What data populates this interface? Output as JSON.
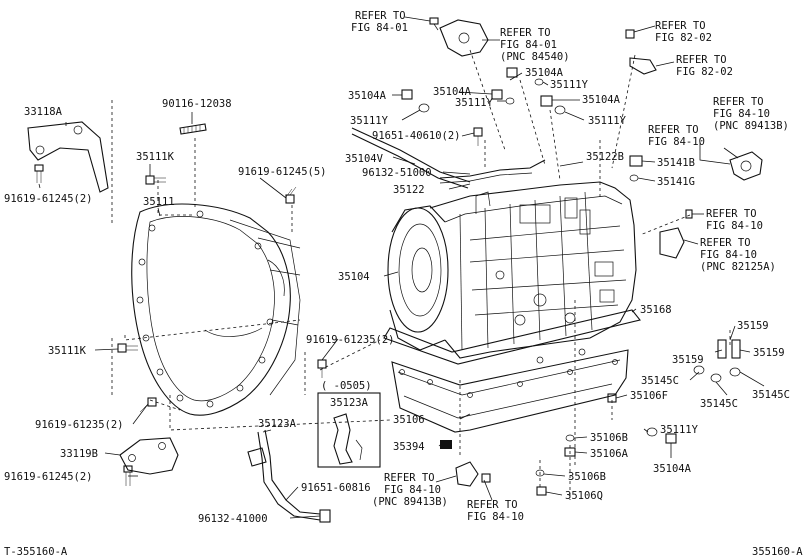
{
  "footer": {
    "left": "T-355160-A",
    "right": "355160-A"
  },
  "labels": {
    "l01": "REFER TO",
    "l02": "FIG 84-01",
    "l03": "REFER TO",
    "l04": "FIG 84-01",
    "l05": "(PNC 84540)",
    "l06": "REFER TO",
    "l07": "FIG 82-02",
    "l08": "REFER TO",
    "l09": "FIG 82-02",
    "l10": "35104A",
    "l11": "35111Y",
    "l12": "35104A",
    "l13": "35104A",
    "l14": "35111Y",
    "l15": "35104A",
    "l16": "35111Y",
    "l17": "35111Y",
    "l18": "33118A",
    "l19": "90116-12038",
    "l20": "REFER TO",
    "l21": "FIG 84-10",
    "l22": "(PNC 89413B)",
    "l23": "REFER TO",
    "l24": "FIG 84-10",
    "l25": "91651-40610(2)",
    "l26": "35111K",
    "l27": "35104V",
    "l28": "35122B",
    "l29": "35141B",
    "l30": "96132-51000",
    "l31": "91619-61245(5)",
    "l32": "35122",
    "l33": "35141G",
    "l34": "91619-61245(2)",
    "l35": "35111",
    "l36": "REFER TO",
    "l37": "FIG 84-10",
    "l38": "REFER TO",
    "l39": "FIG 84-10",
    "l40": "(PNC 82125A)",
    "l41": "35104",
    "l42": "35168",
    "l43": "35159",
    "l44": "35111K",
    "l45": "91619-61235(2)",
    "l46": "35159",
    "l47": "35159",
    "l48": "(   -0505)",
    "l49": "35145C",
    "l50": "35123A",
    "l51": "35145C",
    "l52": "35145C",
    "l53": "35106F",
    "l54": "91619-61235(2)",
    "l55": "35123A",
    "l56": "35106",
    "l57": "35111Y",
    "l58": "33119B",
    "l59": "35394",
    "l60": "35106B",
    "l61": "35106A",
    "l62": "35104A",
    "l63": "91619-61245(2)",
    "l64": "REFER TO",
    "l65": "FIG 84-10",
    "l66": "35106B",
    "l67": "91651-60816",
    "l68": "(PNC 89413B)",
    "l69": "35106Q",
    "l70": "REFER TO",
    "l71": "FIG 84-10",
    "l72": "96132-41000"
  }
}
